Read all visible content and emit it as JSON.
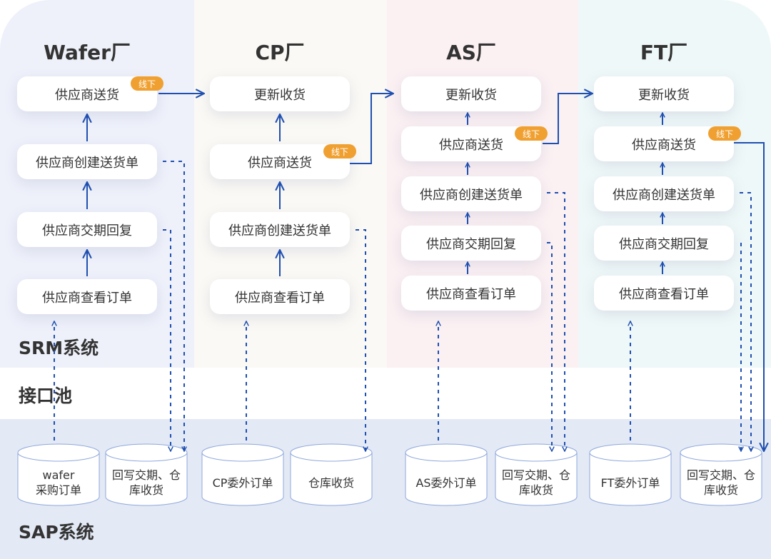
{
  "factories": [
    {
      "id": "wafer",
      "title": "Wafer厂",
      "bg": "#eef1fa"
    },
    {
      "id": "cp",
      "title": "CP厂",
      "bg": "#faf9f5"
    },
    {
      "id": "as",
      "title": "AS厂",
      "bg": "#fbf1f3"
    },
    {
      "id": "ft",
      "title": "FT厂",
      "bg": "#eff8f8"
    }
  ],
  "systems": {
    "srm": "SRM系统",
    "interface_pool": "接口池",
    "sap": "SAP系统"
  },
  "badge_label": "线下",
  "nodes": {
    "wafer": [
      "供应商送货",
      "供应商创建送货单",
      "供应商交期回复",
      "供应商查看订单"
    ],
    "cp": [
      "更新收货",
      "供应商送货",
      "供应商创建送货单",
      "供应商查看订单"
    ],
    "as": [
      "更新收货",
      "供应商送货",
      "供应商创建送货单",
      "供应商交期回复",
      "供应商查看订单"
    ],
    "ft": [
      "更新收货",
      "供应商送货",
      "供应商创建送货单",
      "供应商交期回复",
      "供应商查看订单"
    ]
  },
  "sap_tables": [
    "wafer\n采购订单",
    "回写交期、仓\n库收货",
    "CP委外订单",
    "仓库收货",
    "AS委外订单",
    "回写交期、仓\n库收货",
    "FT委外订单",
    "回写交期、仓\n库收货"
  ],
  "colors": {
    "arrow": "#1f4fb0",
    "badge": "#f0a030",
    "text": "#333333",
    "sap_band": "#e3e9f5"
  }
}
